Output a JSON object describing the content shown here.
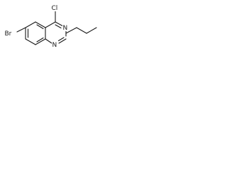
{
  "molecule": {
    "atoms": {
      "chlorine": "Cl",
      "bromine": "Br",
      "nitrogen_top": "N",
      "nitrogen_bottom": "N"
    }
  }
}
